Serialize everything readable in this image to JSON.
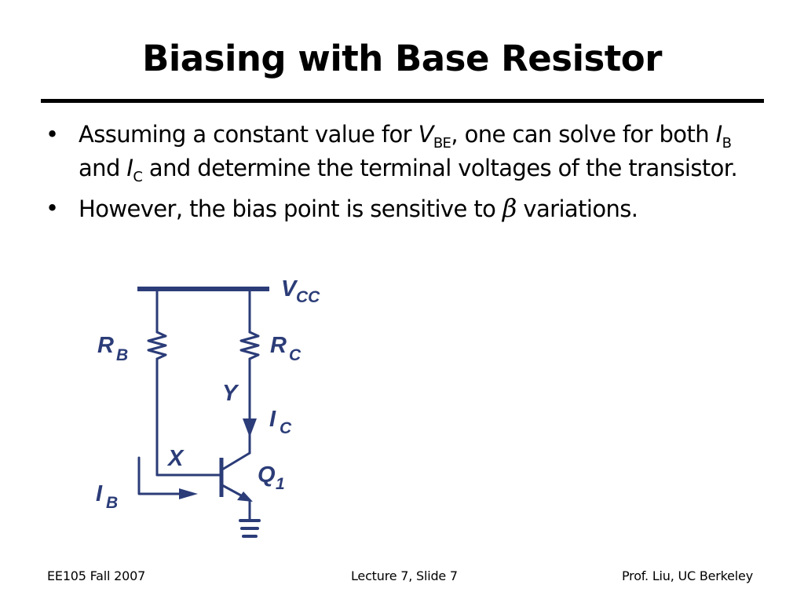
{
  "slide": {
    "title": "Biasing with Base Resistor",
    "bullets": [
      {
        "pre": "Assuming a constant value for ",
        "var1": "V",
        "var1_sub": "BE",
        "mid1": ", one can solve for both ",
        "var2": "I",
        "var2_sub": "B",
        "mid2": " and ",
        "var3": "I",
        "var3_sub": "C",
        "post": " and determine the terminal voltages of the transistor."
      },
      {
        "pre": "However, the bias point is sensitive to ",
        "symbol": "β",
        "post": " variations."
      }
    ],
    "bullet_char": "•"
  },
  "circuit": {
    "color": "#2b3c78",
    "labels": {
      "vcc": "V",
      "vcc_sub": "CC",
      "rb": "R",
      "rb_sub": "B",
      "rc": "R",
      "rc_sub": "C",
      "y": "Y",
      "ic": "I",
      "ic_sub": "C",
      "x": "X",
      "ib": "I",
      "ib_sub": "B",
      "q": "Q",
      "q_sub": "1"
    }
  },
  "footer": {
    "left": "EE105 Fall 2007",
    "center": "Lecture 7, Slide 7",
    "right": "Prof. Liu, UC Berkeley"
  }
}
